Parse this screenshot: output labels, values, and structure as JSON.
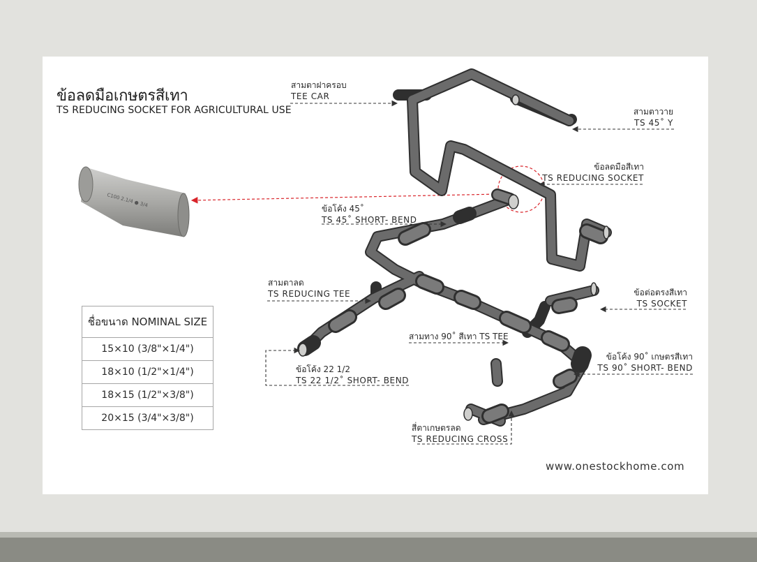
{
  "title": {
    "thai": "ข้อลดมือเกษตรสีเทา",
    "english": "TS REDUCING SOCKET FOR AGRICULTURAL USE"
  },
  "size_table": {
    "header": "ชื่อขนาด NOMINAL SIZE",
    "rows": [
      "15×10 (3/8\"×1/4\")",
      "18×10 (1/2\"×1/4\")",
      "18×15 (1/2\"×3/8\")",
      "20×15 (3/4\"×3/8\")"
    ]
  },
  "labels": {
    "tee_car": {
      "thai": "สามตาฝาครอบ",
      "english": "TEE CAR"
    },
    "ts_45_y": {
      "thai": "สามตาวาย",
      "english": "TS 45˚ Y"
    },
    "reducing_socket": {
      "thai": "ข้อลดมือสีเทา",
      "english": "TS REDUCING SOCKET"
    },
    "short_bend_45": {
      "thai": "ข้อโค้ง 45˚",
      "english": "TS 45˚ SHORT- BEND"
    },
    "reducing_tee": {
      "thai": "สามตาลด",
      "english": "TS REDUCING TEE"
    },
    "socket": {
      "thai": "ข้อต่อตรงสีเทา",
      "english": "TS SOCKET"
    },
    "tee_90": {
      "text": "สามทาง 90˚ สีเทา TS TEE"
    },
    "short_bend_90": {
      "thai": "ข้อโค้ง 90˚ เกษตรสีเทา",
      "english": "TS 90˚ SHORT- BEND"
    },
    "short_bend_22": {
      "thai": "ข้อโค้ง 22 1/2",
      "english": "TS 22 1/2˚ SHORT- BEND"
    },
    "reducing_cross": {
      "thai": "สี่ตาเกษตรลด",
      "english": "TS REDUCING CROSS"
    }
  },
  "product_image": {
    "name": "reducing-socket-photo"
  },
  "website": "www.onestockhome.com",
  "colors": {
    "pipe": "#4a4a4a",
    "pipe_light": "#8a8a8a",
    "arrow_red": "#d9242a",
    "background": "#e2e2de",
    "bar": "#8a8b84"
  }
}
